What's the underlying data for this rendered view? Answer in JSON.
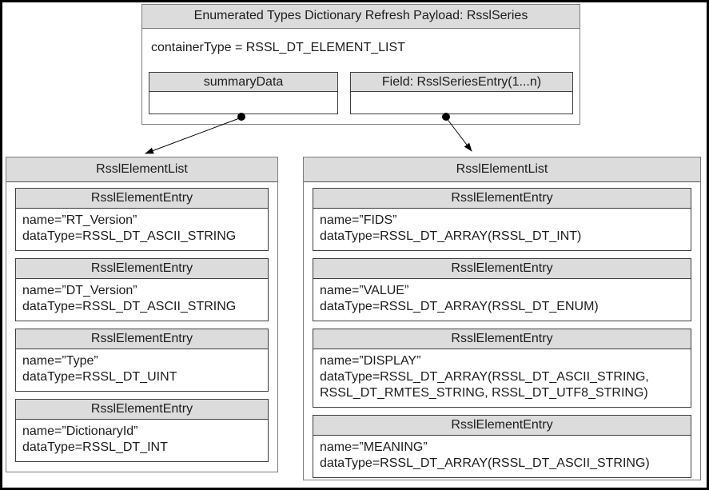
{
  "payload": {
    "title": "Enumerated Types Dictionary Refresh Payload: RsslSeries",
    "container_type": "containerType = RSSL_DT_ELEMENT_LIST",
    "summary_data_label": "summaryData",
    "field_label": "Field: RsslSeriesEntry(1...n)"
  },
  "left_list": {
    "title": "RsslElementList",
    "entries": [
      {
        "title": "RsslElementEntry",
        "lines": [
          "name=”RT_Version”",
          "dataType=RSSL_DT_ASCII_STRING"
        ]
      },
      {
        "title": "RsslElementEntry",
        "lines": [
          "name=”DT_Version”",
          "dataType=RSSL_DT_ASCII_STRING"
        ]
      },
      {
        "title": "RsslElementEntry",
        "lines": [
          "name=”Type”",
          "dataType=RSSL_DT_UINT"
        ]
      },
      {
        "title": "RsslElementEntry",
        "lines": [
          "name=”DictionaryId”",
          "dataType=RSSL_DT_INT"
        ]
      }
    ]
  },
  "right_list": {
    "title": "RsslElementList",
    "entries": [
      {
        "title": "RsslElementEntry",
        "lines": [
          "name=”FIDS”",
          "dataType=RSSL_DT_ARRAY(RSSL_DT_INT)"
        ]
      },
      {
        "title": "RsslElementEntry",
        "lines": [
          "name=”VALUE”",
          "dataType=RSSL_DT_ARRAY(RSSL_DT_ENUM)"
        ]
      },
      {
        "title": "RsslElementEntry",
        "lines": [
          "name=”DISPLAY”",
          "dataType=RSSL_DT_ARRAY(RSSL_DT_ASCII_STRING, RSSL_DT_RMTES_STRING, RSSL_DT_UTF8_STRING)"
        ]
      },
      {
        "title": "RsslElementEntry",
        "lines": [
          "name=”MEANING”",
          "dataType=RSSL_DT_ARRAY(RSSL_DT_ASCII_STRING)"
        ]
      }
    ]
  },
  "colors": {
    "header_fill": "#dcdcdc",
    "outer_border": "#7d7d7d",
    "inner_border": "#3f3f3f",
    "connector": "#000000"
  }
}
